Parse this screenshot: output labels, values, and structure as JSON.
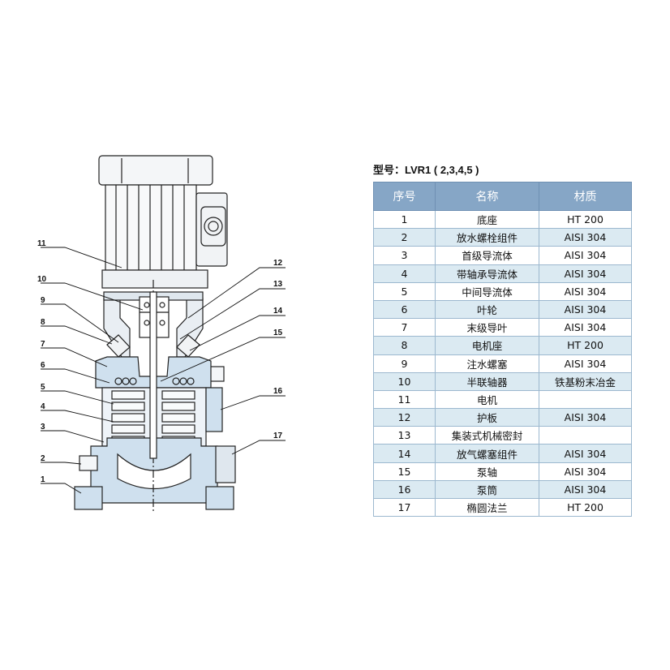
{
  "diagram": {
    "callouts": [
      "1",
      "2",
      "3",
      "4",
      "5",
      "6",
      "7",
      "8",
      "9",
      "10",
      "11",
      "12",
      "13",
      "14",
      "15",
      "16",
      "17"
    ]
  },
  "table": {
    "title": "型号：LVR1 ( 2,3,4,5 )",
    "headers": [
      "序号",
      "名称",
      "材质"
    ],
    "rows": [
      [
        "1",
        "底座",
        "HT 200"
      ],
      [
        "2",
        "放水螺栓组件",
        "AISI 304"
      ],
      [
        "3",
        "首级导流体",
        "AISI 304"
      ],
      [
        "4",
        "带轴承导流体",
        "AISI 304"
      ],
      [
        "5",
        "中间导流体",
        "AISI 304"
      ],
      [
        "6",
        "叶轮",
        "AISI 304"
      ],
      [
        "7",
        "末级导叶",
        "AISI 304"
      ],
      [
        "8",
        "电机座",
        "HT 200"
      ],
      [
        "9",
        "注水螺塞",
        "AISI 304"
      ],
      [
        "10",
        "半联轴器",
        "铁基粉末冶金"
      ],
      [
        "11",
        "电机",
        ""
      ],
      [
        "12",
        "护板",
        "AISI 304"
      ],
      [
        "13",
        "集装式机械密封",
        ""
      ],
      [
        "14",
        "放气螺塞组件",
        "AISI 304"
      ],
      [
        "15",
        "泵轴",
        "AISI 304"
      ],
      [
        "16",
        "泵筒",
        "AISI 304"
      ],
      [
        "17",
        "椭圆法兰",
        "HT 200"
      ]
    ]
  },
  "colors": {
    "header_bg": "#86a6c6",
    "alt_row_bg": "#dbeaf2",
    "casing_fill": "#cfe0ee",
    "line": "#222222"
  }
}
